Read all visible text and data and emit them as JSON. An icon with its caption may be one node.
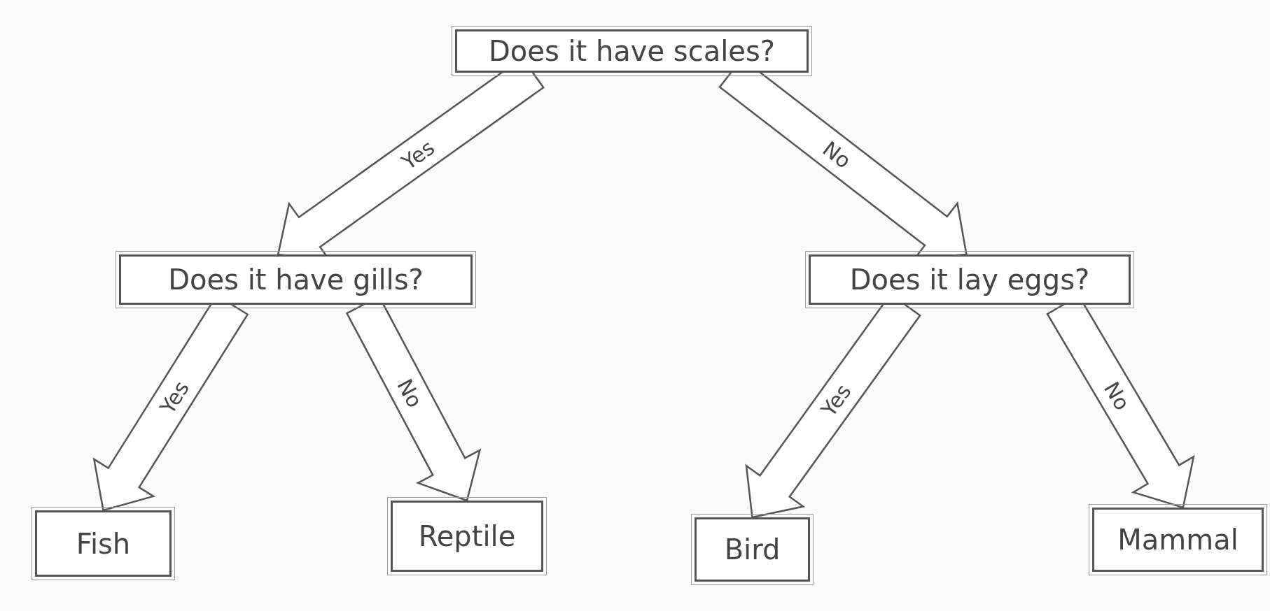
{
  "diagram": {
    "nodes": [
      {
        "text": [
          "Does it have scales?"
        ]
      },
      {
        "text": [
          "Does it have gills?"
        ]
      },
      {
        "text": [
          "Does it lay eggs?"
        ]
      },
      {
        "text": [
          "Fish"
        ]
      },
      {
        "text": [
          "Reptile"
        ]
      },
      {
        "text": [
          "Bird"
        ]
      },
      {
        "text": [
          "Mammal"
        ]
      }
    ],
    "edges": [
      {
        "from": 0,
        "to": 1,
        "arrow": "to",
        "label": "Yes"
      },
      {
        "from": 0,
        "to": 2,
        "arrow": "to",
        "label": "No"
      },
      {
        "from": 1,
        "to": 3,
        "arrow": "to",
        "label": "Yes"
      },
      {
        "from": 1,
        "to": 4,
        "arrow": "to",
        "label": "No"
      },
      {
        "from": 2,
        "to": 5,
        "arrow": "to",
        "label": "Yes"
      },
      {
        "from": 2,
        "to": 6,
        "arrow": "to",
        "label": "No"
      }
    ]
  }
}
